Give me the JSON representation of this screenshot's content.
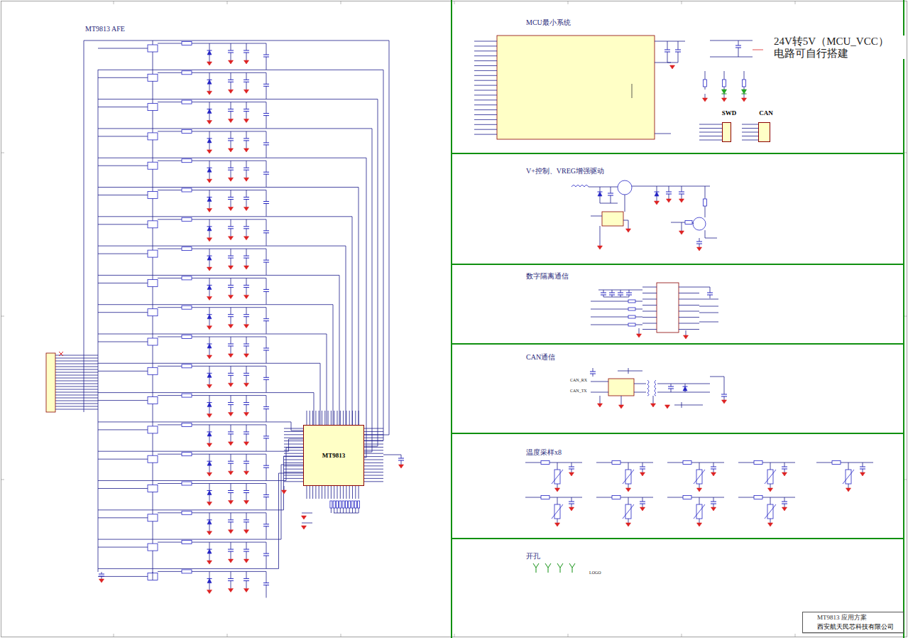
{
  "diagram": {
    "nodes": [
      {
        "text": [
          "MT9813 AFE"
        ]
      },
      {
        "text": [
          "MT9813"
        ],
        "in": 0
      },
      {
        "text": [
          "MCU最小系统"
        ]
      },
      {
        "text": [
          "SWD"
        ],
        "in": 2
      },
      {
        "text": [
          "CAN"
        ],
        "in": 2
      },
      {
        "text": [
          "V+控制、VREG增强驱动"
        ]
      },
      {
        "text": [
          "数字隔离通信"
        ]
      },
      {
        "text": [
          "CAN通信"
        ]
      },
      {
        "text": [
          "温度采样x8"
        ]
      },
      {
        "text": [
          "开孔"
        ]
      },
      {
        "text": [
          "MT9813 应用方案",
          "西安航天民芯科技有限公司"
        ]
      }
    ],
    "labels": [
      "24V转5V（MCU_VCC） 电路可自行搭建",
      "CAN_RX",
      "CAN_TX",
      "LOGO"
    ]
  }
}
